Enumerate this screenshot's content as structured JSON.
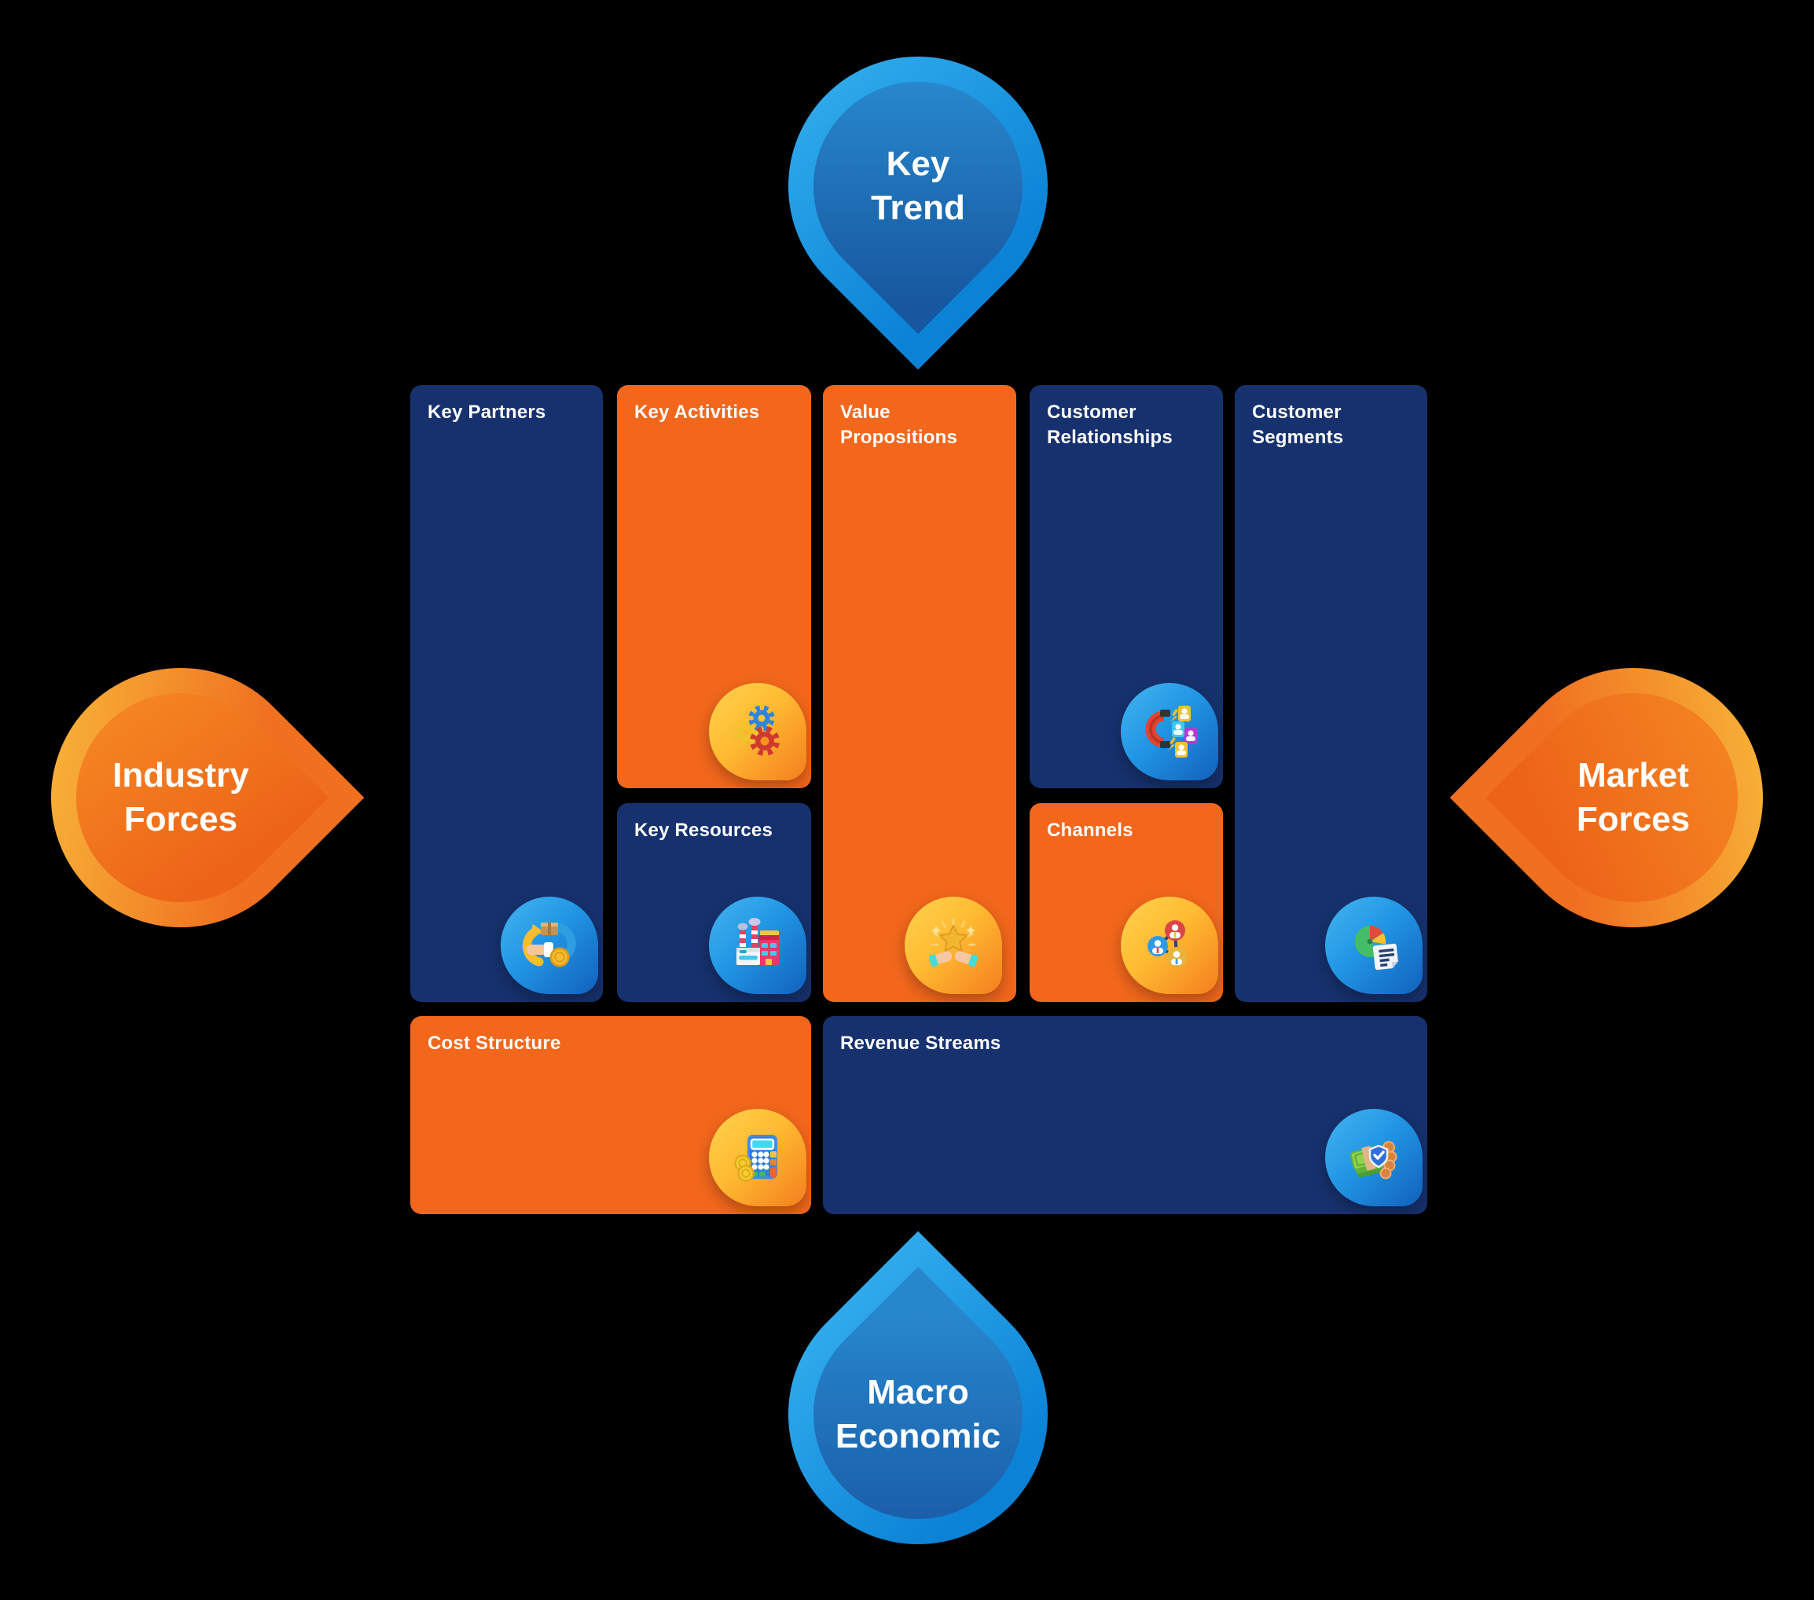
{
  "pins": {
    "top": {
      "line1": "Key",
      "line2": "Trend"
    },
    "left": {
      "line1": "Industry",
      "line2": "Forces"
    },
    "right": {
      "line1": "Market",
      "line2": "Forces"
    },
    "bottom": {
      "line1": "Macro",
      "line2": "Economic"
    }
  },
  "canvas": {
    "blocks": [
      {
        "title": "Key Partners",
        "variant": "navy",
        "badge": "blue",
        "icon": "trade-exchange-icon"
      },
      {
        "title": "Key Activities",
        "variant": "orange",
        "badge": "gold",
        "icon": "gears-icon"
      },
      {
        "title": "Key Resources",
        "variant": "navy",
        "badge": "blue",
        "icon": "factory-icon"
      },
      {
        "title": "Value Propositions",
        "variant": "orange",
        "badge": "gold",
        "icon": "star-in-hands-icon"
      },
      {
        "title": "Customer Relationships",
        "variant": "navy",
        "badge": "blue",
        "icon": "magnet-attraction-icon"
      },
      {
        "title": "Channels",
        "variant": "orange",
        "badge": "gold",
        "icon": "people-network-icon"
      },
      {
        "title": "Customer Segments",
        "variant": "navy",
        "badge": "blue",
        "icon": "pie-chart-report-icon"
      },
      {
        "title": "Cost Structure",
        "variant": "orange",
        "badge": "gold",
        "icon": "calculator-coins-icon"
      },
      {
        "title": "Revenue Streams",
        "variant": "navy",
        "badge": "blue",
        "icon": "money-shield-icon"
      }
    ]
  },
  "colors": {
    "background": "#000000",
    "navy_block": "#16316D",
    "orange_block": "#F2671C",
    "pin_blue_ring": "#1E9FE6",
    "pin_blue_fill": "#1C69B2",
    "pin_orange_ring": "#F5952B",
    "pin_orange_fill": "#EF6C1E",
    "badge_blue": "#1F74C8",
    "badge_gold": "#FBB030",
    "title_text": "#FFFFFF"
  }
}
